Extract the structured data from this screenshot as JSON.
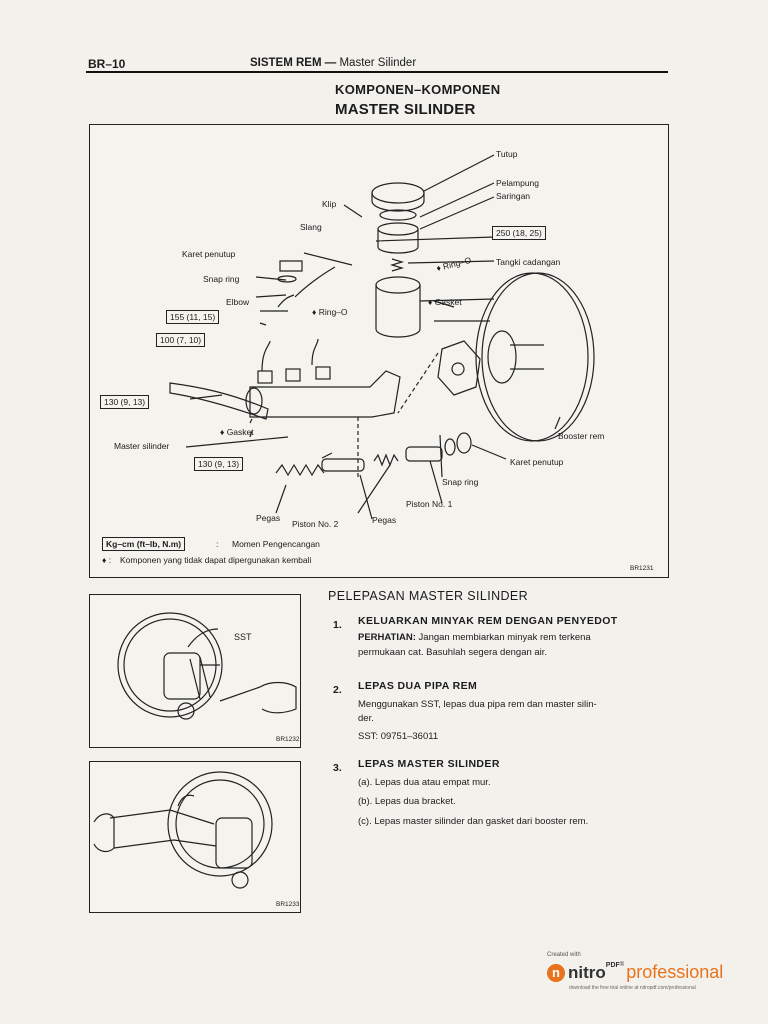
{
  "header": {
    "page": "BR–10",
    "section": "SISTEM REM",
    "dash": "—",
    "subsection": "Master Silinder"
  },
  "title": {
    "line1": "KOMPONEN–KOMPONEN",
    "line2": "MASTER SILINDER"
  },
  "diagram": {
    "labels": {
      "tutup": "Tutup",
      "pelampung": "Pelampung",
      "saringan": "Saringan",
      "klip": "Klip",
      "slang": "Slang",
      "karet_penutup_top": "Karet penutup",
      "snap_ring_top": "Snap ring",
      "elbow": "Elbow",
      "ring_o_1": "♦ Ring–O",
      "ring_o_2": "♦ Ring–O",
      "tangki": "Tangki cadangan",
      "gasket_right": "♦ Gasket",
      "gasket_left": "♦ Gasket",
      "master": "Master silinder",
      "booster": "Booster rem",
      "karet_penutup_bottom": "Karet penutup",
      "snap_ring_bottom": "Snap ring",
      "piston1": "Piston No. 1",
      "piston2": "Piston No. 2",
      "pegas1": "Pegas",
      "pegas2": "Pegas"
    },
    "torques": {
      "t250": "250 (18, 25)",
      "t155": "155 (11, 15)",
      "t100": "100 (7, 10)",
      "t130a": "130 (9, 13)",
      "t130b": "130 (9, 13)"
    },
    "legend": {
      "unit": "Kg–cm (ft–lb, N.m)",
      "colon": ":",
      "unit_desc": "Momen Pengencangan",
      "diamond": "♦ :",
      "diamond_desc": "Komponen yang tidak dapat dipergunakan kembali"
    },
    "code": "BR1231"
  },
  "illustrations": [
    {
      "sst": "SST",
      "code": "BR1232"
    },
    {
      "code": "BR1233"
    }
  ],
  "removal": {
    "title": "PELEPASAN MASTER SILINDER",
    "steps": [
      {
        "num": "1.",
        "title": "KELUARKAN MINYAK REM DENGAN PENYEDOT",
        "note_label": "PERHATIAN:",
        "note": "Jangan membiarkan minyak rem terkena",
        "note2": "permukaan cat. Basuhlah segera dengan air."
      },
      {
        "num": "2.",
        "title": "LEPAS DUA PIPA REM",
        "body": "Menggunakan SST, lepas dua pipa rem dan master silin-",
        "body2": "der.",
        "sst": "SST: 09751–36011"
      },
      {
        "num": "3.",
        "title": "LEPAS MASTER SILINDER",
        "items": [
          "(a).  Lepas dua atau empat mur.",
          "(b).  Lepas dua bracket.",
          "(c).  Lepas master silinder dan gasket dari booster rem."
        ]
      }
    ]
  },
  "watermark": {
    "created": "Created with",
    "brand": "nitro",
    "pdf": "PDF",
    "reg": "®",
    "pro": "professional",
    "tag": "download the free trial online at nitropdf.com/professional"
  },
  "colors": {
    "logo_orange": "#e8731c",
    "ink": "#1c1c1c"
  }
}
